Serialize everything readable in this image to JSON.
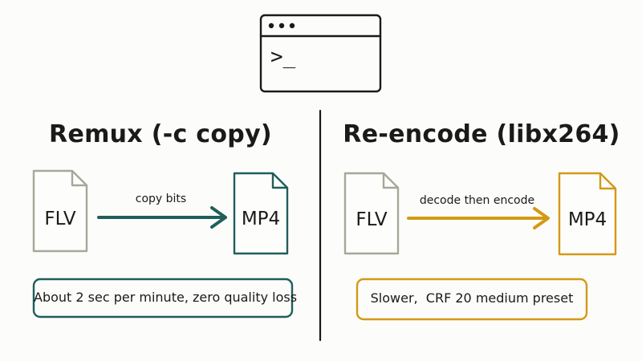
{
  "colors": {
    "ink": "#1a1a1a",
    "gray": "#a7a799",
    "teal": "#1f5e5b",
    "amber": "#d39a16",
    "background": "#fcfcfa"
  },
  "terminal": {
    "icon": "terminal-window-icon",
    "prompt": ">_"
  },
  "left": {
    "title": "Remux (-c copy)",
    "source": "FLV",
    "target": "MP4",
    "arrow_label": "copy bits",
    "note": "About 2 sec per minute, zero quality loss",
    "accent": "#1f5e5b"
  },
  "right": {
    "title": "Re-encode (libx264)",
    "source": "FLV",
    "target": "MP4",
    "arrow_label": "decode then encode",
    "note": "Slower,  CRF 20 medium preset",
    "accent": "#d39a16"
  }
}
